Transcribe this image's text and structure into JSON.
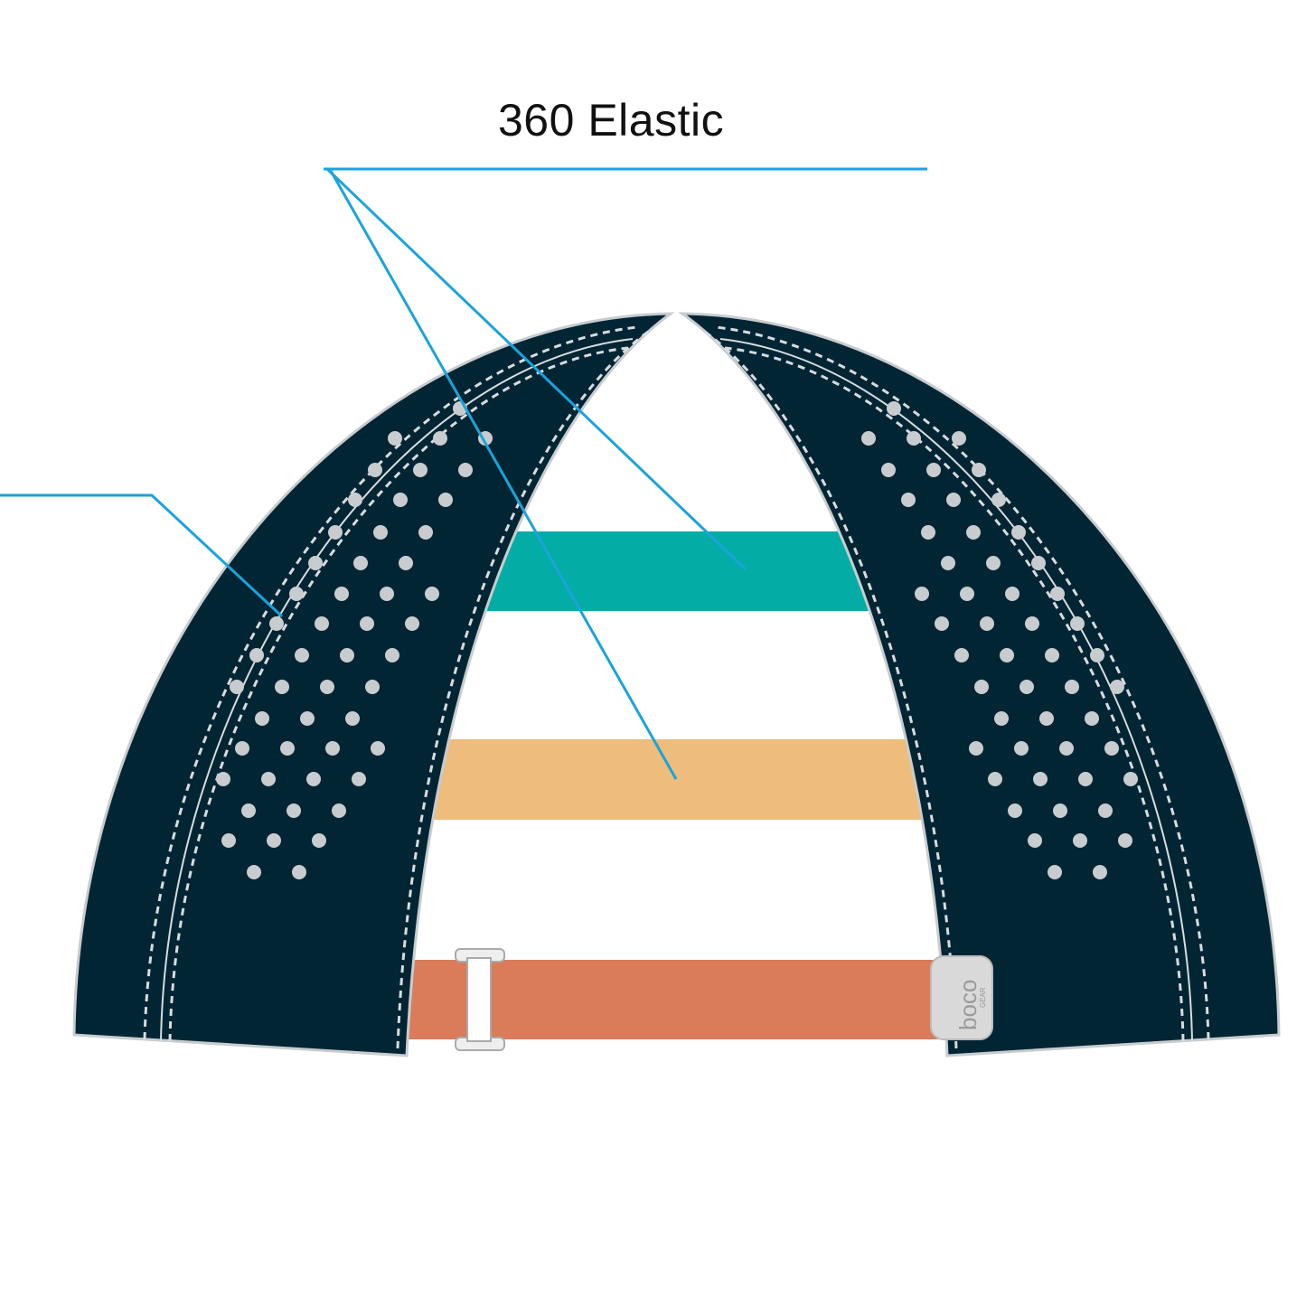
{
  "callout": {
    "label": "360 Elastic"
  },
  "logo": {
    "brand": "boco",
    "sub": "GEAR"
  },
  "colors": {
    "panel": "#022534",
    "teal_band": "#03ADA5",
    "tan_band": "#EEBC7B",
    "orange_strap": "#DA7B5A",
    "callout_line": "#1AA3DC",
    "stitch": "#D8DCDE"
  }
}
